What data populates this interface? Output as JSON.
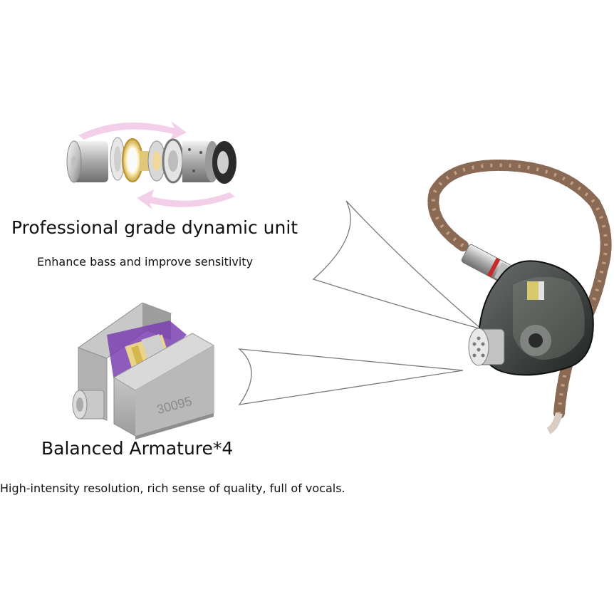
{
  "dynamic_unit": {
    "title": "Professional grade dynamic unit",
    "subtitle": "Enhance bass and improve sensitivity"
  },
  "balanced_armature": {
    "title": "Balanced Armature*4",
    "label_on_part": "30095",
    "subtitle": "High-intensity resolution, rich sense of quality, full of vocals."
  },
  "colors": {
    "background": "#ffffff",
    "text": "#111111",
    "cable": "#8a6a55",
    "shell": "#3a3f3c",
    "armature_accent": "#7a3fb0",
    "pink_arrow": "#f1c6e6"
  }
}
